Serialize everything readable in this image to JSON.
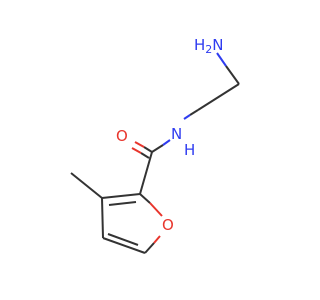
{
  "molecule": {
    "atoms": {
      "nh2": {
        "symbol": "N",
        "hydrogens": "H",
        "count": "2"
      },
      "amide_n": {
        "symbol": "N",
        "hydrogens": "H"
      },
      "carbonyl_o": {
        "symbol": "O"
      },
      "ring_o": {
        "symbol": "O"
      }
    },
    "colors": {
      "bond": "#333333",
      "nitrogen": "#2f3cf0",
      "oxygen": "#e8352c",
      "background": "#ffffff"
    }
  }
}
